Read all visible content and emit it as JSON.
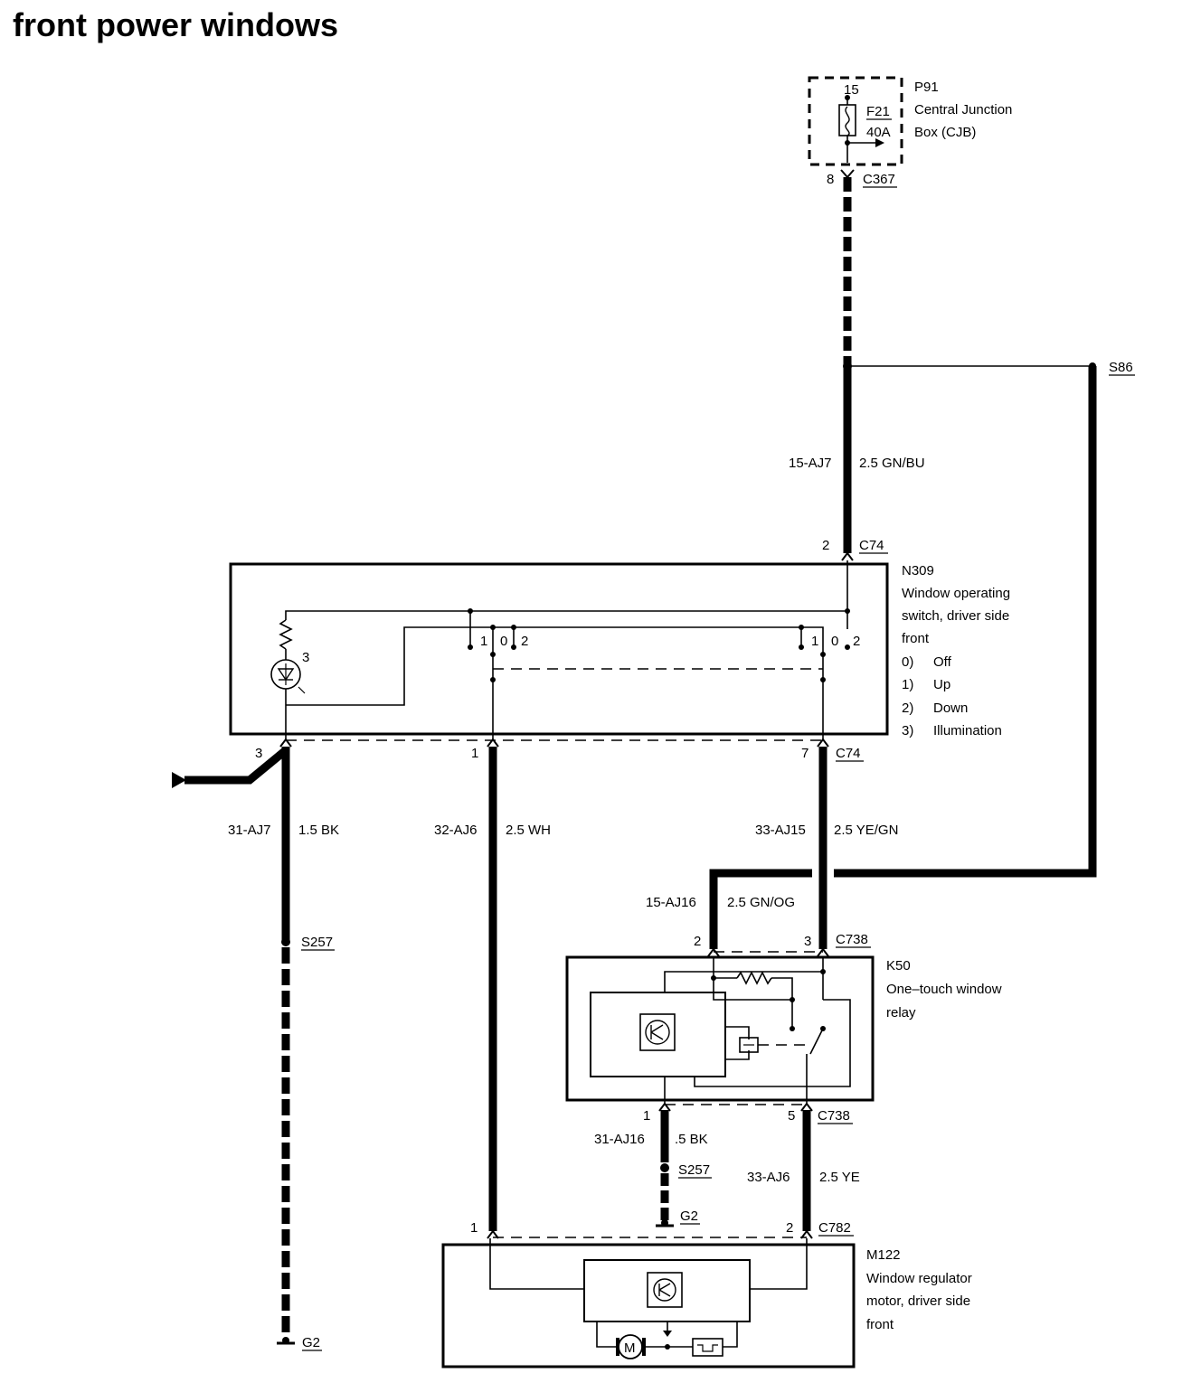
{
  "title": "front power windows",
  "components": {
    "p91": {
      "id": "P91",
      "desc_line1": "Central Junction",
      "desc_line2": "Box (CJB)",
      "fuse_id": "F21",
      "fuse_rating": "40A",
      "fuse_pin_in": "15",
      "fuse_pin_out": "8",
      "connector": "C367"
    },
    "n309": {
      "id": "N309",
      "desc_line1": "Window operating",
      "desc_line2": "switch, driver side",
      "desc_line3": "front",
      "legend": [
        {
          "key": "0)",
          "text": "Off"
        },
        {
          "key": "1)",
          "text": "Up"
        },
        {
          "key": "2)",
          "text": "Down"
        },
        {
          "key": "3)",
          "text": "Illumination"
        }
      ],
      "lamp_label": "3",
      "top_pin": "2",
      "top_connector": "C74",
      "bottom_pins": [
        "3",
        "1",
        "7"
      ],
      "bottom_connector": "C74",
      "switch_positions_left": [
        "1",
        "0",
        "2"
      ],
      "switch_positions_right": [
        "1",
        "0",
        "2"
      ]
    },
    "k50": {
      "id": "K50",
      "desc_line1": "One–touch window",
      "desc_line2": "relay",
      "top_pins": [
        "2",
        "3"
      ],
      "top_connector": "C738",
      "bottom_pins": [
        "1",
        "5"
      ],
      "bottom_connector": "C738"
    },
    "m122": {
      "id": "M122",
      "desc_line1": "Window regulator",
      "desc_line2": "motor, driver side",
      "desc_line3": "front",
      "top_pins": [
        "1",
        "2"
      ],
      "connector": "C782",
      "motor_symbol": "M"
    }
  },
  "splices": {
    "s86": "S86",
    "s257_left": "S257",
    "s257_right": "S257"
  },
  "grounds": {
    "g2_left": "G2",
    "g2_right": "G2"
  },
  "wires": {
    "w15_aj7": {
      "circuit": "15-AJ7",
      "spec": "2.5 GN/BU"
    },
    "w31_aj7": {
      "circuit": "31-AJ7",
      "spec": "1.5 BK"
    },
    "w32_aj6": {
      "circuit": "32-AJ6",
      "spec": "2.5 WH"
    },
    "w33_aj15": {
      "circuit": "33-AJ15",
      "spec": "2.5 YE/GN"
    },
    "w15_aj16": {
      "circuit": "15-AJ16",
      "spec": "2.5 GN/OG"
    },
    "w31_aj16": {
      "circuit": "31-AJ16",
      "spec": ".5 BK"
    },
    "w33_aj6": {
      "circuit": "33-AJ6",
      "spec": "2.5 YE"
    }
  },
  "icons": {
    "fuse": "fuse-icon",
    "lamp": "lamp-icon",
    "resistor": "resistor-icon",
    "relay_coil": "relay-coil-icon",
    "transistor": "electronic-module-icon",
    "motor": "motor-icon",
    "ground": "ground-icon",
    "arrow": "connector-arrow-icon"
  }
}
